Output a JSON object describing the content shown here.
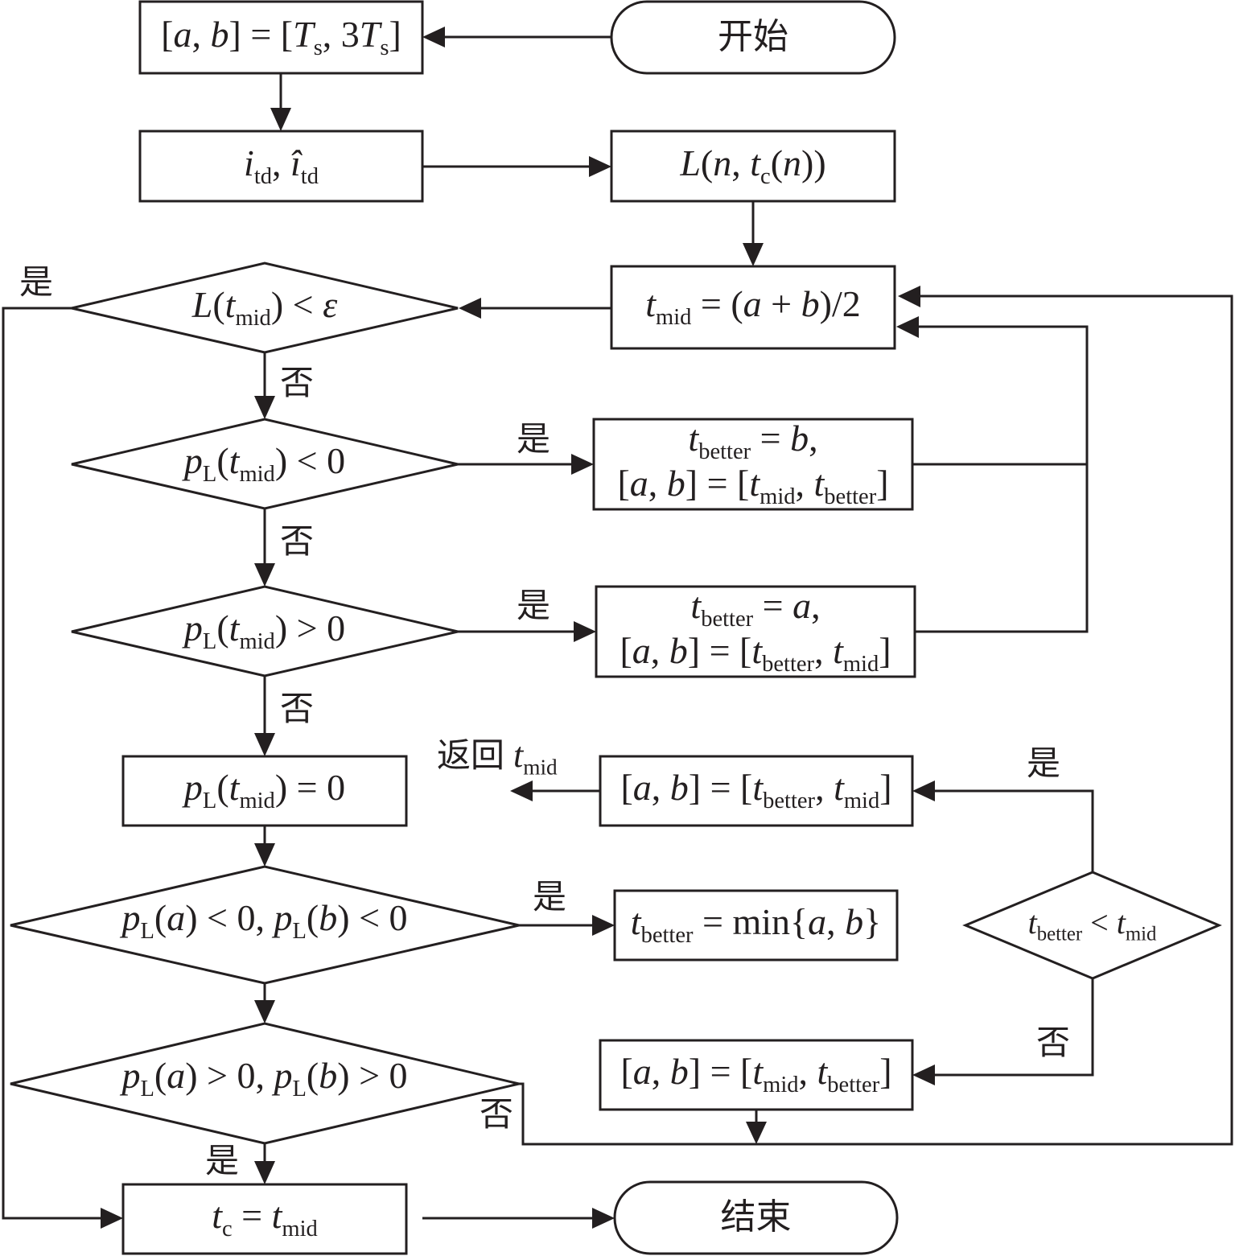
{
  "title": "二分法求解最优时刻流程图",
  "nodes": {
    "start": {
      "type": "terminator",
      "label": "开始"
    },
    "init_interval": {
      "type": "process",
      "label": "[a, b] = [Ts, 3Ts]"
    },
    "compute_itd": {
      "type": "process",
      "label": "itd, îtd"
    },
    "compute_L": {
      "type": "process",
      "label": "L(n, tc(n))"
    },
    "compute_tmid": {
      "type": "process",
      "label": "tmid = (a + b)/2"
    },
    "check_L_eps": {
      "type": "decision",
      "label": "L(tmid) < ε"
    },
    "check_pL_neg": {
      "type": "decision",
      "label": "pL(tmid) < 0"
    },
    "update_b": {
      "type": "process",
      "line1": "tbetter = b,",
      "line2": "[a, b] = [tmid, tbetter]"
    },
    "check_pL_pos": {
      "type": "decision",
      "label": "pL(tmid) > 0"
    },
    "update_a": {
      "type": "process",
      "line1": "tbetter = a,",
      "line2": "[a, b] = [tbetter, tmid]"
    },
    "pL_zero": {
      "type": "process",
      "label": "pL(tmid) = 0"
    },
    "check_both_neg": {
      "type": "decision",
      "label": "pL(a) < 0, pL(b) < 0"
    },
    "set_min": {
      "type": "process",
      "label": "tbetter = min{a, b}"
    },
    "check_better_mid": {
      "type": "decision",
      "label": "tbetter < tmid"
    },
    "interval_better_mid": {
      "type": "process",
      "label": "[a, b] = [tbetter, tmid]"
    },
    "interval_mid_better": {
      "type": "process",
      "label": "[a, b] = [tmid, tbetter]"
    },
    "check_both_pos": {
      "type": "decision",
      "label": "pL(a) > 0, pL(b) > 0"
    },
    "set_tc": {
      "type": "process",
      "label": "tc = tmid"
    },
    "end": {
      "type": "terminator",
      "label": "结束"
    }
  },
  "edge_labels": {
    "yes": "是",
    "no": "否",
    "return_prefix": "返回",
    "return_var": "tmid"
  },
  "colors": {
    "stroke": "#231f20",
    "background": "#ffffff"
  }
}
